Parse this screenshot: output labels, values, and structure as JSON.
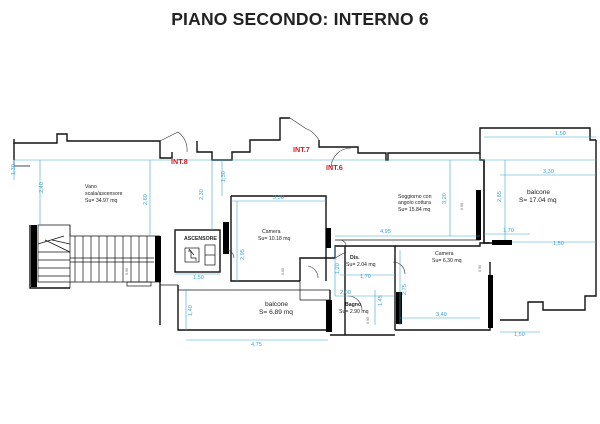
{
  "title": "PIANO SECONDO: INTERNO 6",
  "units": {
    "int8": "INT.8",
    "int7": "INT.7",
    "int6": "INT.6"
  },
  "rooms": {
    "vano": {
      "line1": "Vano",
      "line2": "scala/ascensore",
      "area": "Su= 34.97 mq"
    },
    "ascensore": {
      "label": "ASCENSORE"
    },
    "camera1": {
      "label": "Camera",
      "area": "Su= 10.18 mq"
    },
    "soggiorno": {
      "line1": "Soggiorno con",
      "line2": "angolo cottura",
      "area": "Su= 15.84 mq"
    },
    "balcone_right": {
      "label": "balcone",
      "area": "S= 17.04 mq"
    },
    "dis": {
      "label": "Dis.",
      "area": "Su= 2.04 mq"
    },
    "camera2": {
      "label": "Camera",
      "area": "Su= 6.30 mq"
    },
    "bagno": {
      "label": "Bagno",
      "area": "Su= 2.90 mq"
    },
    "balcone_bottom": {
      "label": "balcone",
      "area": "S= 6.89 mq"
    }
  },
  "dims": {
    "d_1_30_left": "1,30",
    "d_2_40": "2,40",
    "d_2_60": "2,60",
    "d_2_30": "2,30",
    "d_1_30_mid": "1,30",
    "d_3_30": "3,30",
    "d_2_95": "2,95",
    "d_1_50_asc": "1,50",
    "d_4_95": "4,95",
    "d_3_20": "3,20",
    "d_1_50_top": "1,50",
    "d_3_30_right": "3,30",
    "d_2_65": "2,65",
    "d_1_70_right": "1,70",
    "d_1_50_mid": "1,50",
    "d_1_20": "1,20",
    "d_1_70_dis": "1,70",
    "d_2_75": "2,75",
    "d_2_00": "2,00",
    "d_1_45_bagno": "1,45",
    "d_3_40": "3,40",
    "d_1_40": "1,40",
    "d_4_75": "4,75",
    "d_1_50_bottom": "1,50"
  }
}
